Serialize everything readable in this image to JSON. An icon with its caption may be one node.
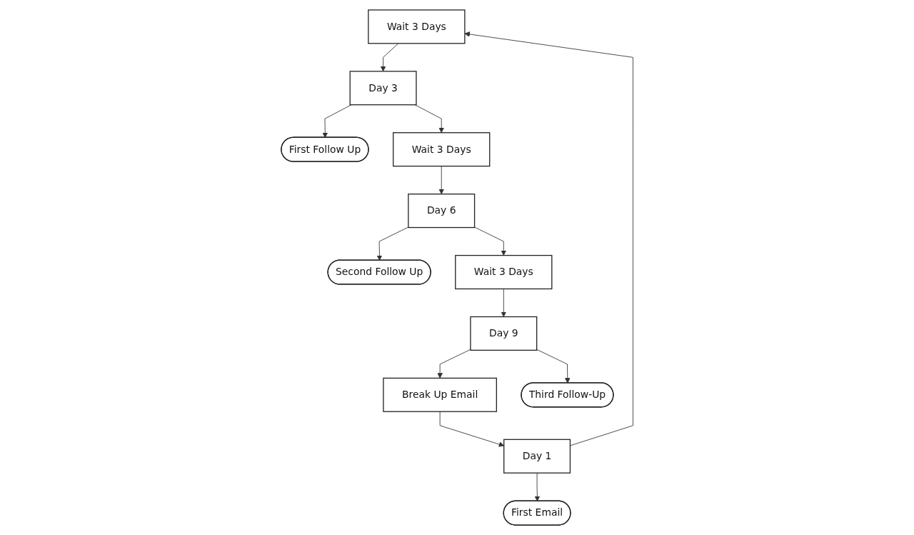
{
  "diagram": {
    "nodes": [
      {
        "text": [
          "First Email"
        ]
      },
      {
        "text": [
          "Wait 3 Days"
        ]
      },
      {
        "text": [
          "First Follow Up"
        ]
      },
      {
        "text": [
          "Wait 3 Days"
        ]
      },
      {
        "text": [
          "Second Follow Up"
        ]
      },
      {
        "text": [
          "Day 1"
        ]
      },
      {
        "text": [
          "Day 3"
        ]
      },
      {
        "text": [
          "Day 6"
        ]
      },
      {
        "text": [
          "Break Up Email"
        ]
      },
      {
        "text": [
          "Wait 3 Days"
        ]
      },
      {
        "text": [
          "Day 9"
        ]
      },
      {
        "text": [
          "Third Follow-Up"
        ]
      }
    ],
    "edges": [
      {
        "from": 5,
        "to": 0,
        "arrow": "to"
      },
      {
        "from": 5,
        "to": 1,
        "arrow": "to"
      },
      {
        "from": 1,
        "to": 6,
        "arrow": "to"
      },
      {
        "from": 6,
        "to": 2,
        "arrow": "to"
      },
      {
        "from": 6,
        "to": 3,
        "arrow": "to"
      },
      {
        "from": 3,
        "to": 7,
        "arrow": "to"
      },
      {
        "from": 7,
        "to": 4,
        "arrow": "to"
      },
      {
        "from": 7,
        "to": 9,
        "arrow": "to"
      },
      {
        "from": 9,
        "to": 10,
        "arrow": "to"
      },
      {
        "from": 10,
        "to": 8,
        "arrow": "to"
      },
      {
        "from": 10,
        "to": 11,
        "arrow": "to"
      },
      {
        "from": 8,
        "to": 5,
        "arrow": "to"
      }
    ]
  }
}
